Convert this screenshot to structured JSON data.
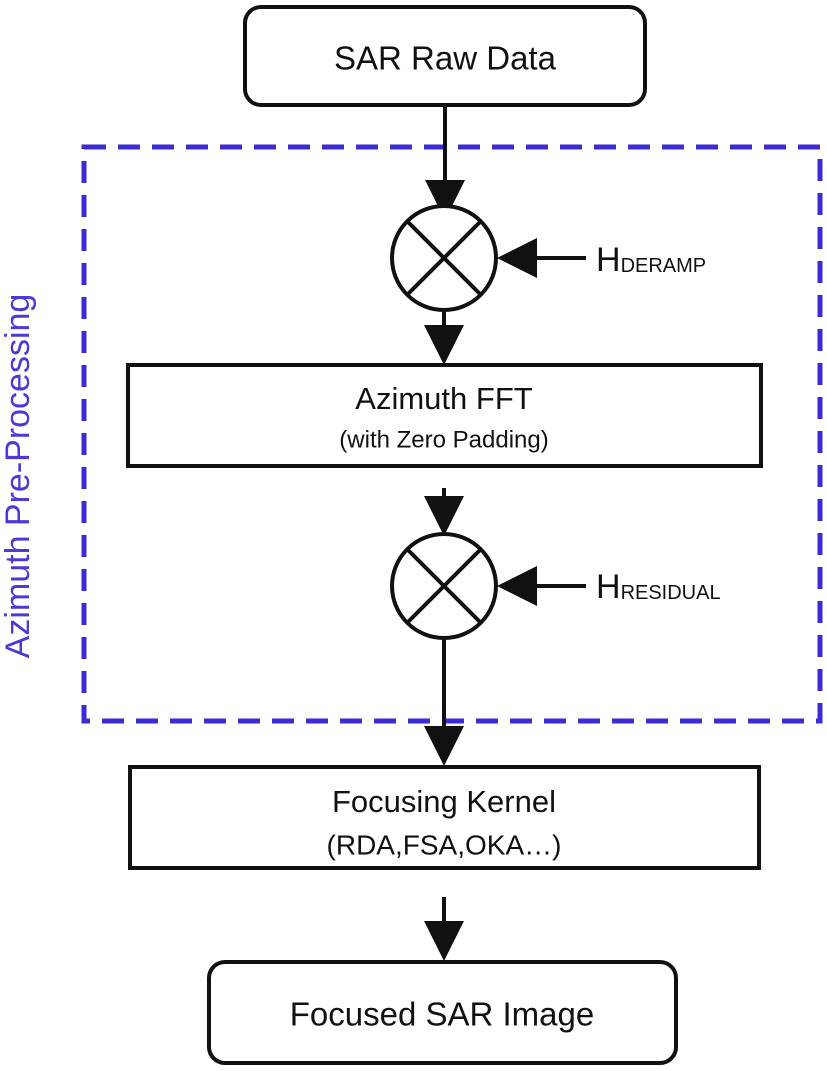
{
  "diagram": {
    "title": "",
    "group": {
      "label": "Azimuth Pre-Processing",
      "border_color": "#3a2bd6"
    },
    "nodes": {
      "raw": {
        "label": "SAR Raw Data"
      },
      "fft": {
        "line1": "Azimuth FFT",
        "line2": "(with Zero Padding)"
      },
      "kernel": {
        "line1": "Focusing Kernel",
        "line2": "(RDA,FSA,OKA…)"
      },
      "output": {
        "label": "Focused SAR Image"
      }
    },
    "multipliers": {
      "deramp": {
        "main": "H",
        "sub": "DERAMP"
      },
      "residual": {
        "main": "H",
        "sub": "RESIDUAL"
      }
    }
  }
}
